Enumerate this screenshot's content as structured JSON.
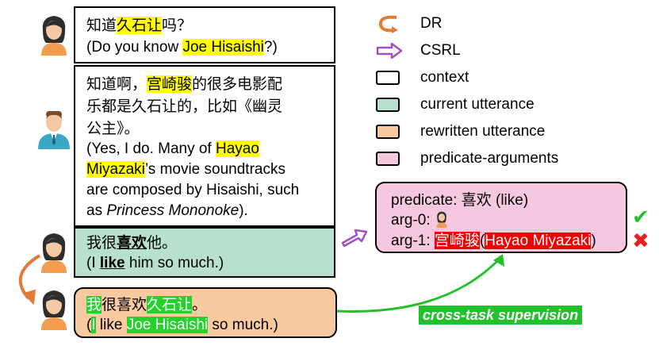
{
  "legend": [
    {
      "label": "DR",
      "kind": "curved-arrow",
      "color": "#e07b39"
    },
    {
      "label": "CSRL",
      "kind": "arrow",
      "color": "#a050c0"
    },
    {
      "label": "context",
      "kind": "box",
      "color": "#ffffff"
    },
    {
      "label": "current utterance",
      "kind": "box",
      "color": "#b8e0cc"
    },
    {
      "label": "rewritten utterance",
      "kind": "box",
      "color": "#f9c9a0"
    },
    {
      "label": "predicate-arguments",
      "kind": "box",
      "color": "#f6c8e0"
    }
  ],
  "box1": {
    "zh_pre": "知道",
    "zh_hl": "久石让",
    "zh_post": "吗？",
    "en_pre": "(Do you know ",
    "en_hl": "Joe Hisaishi",
    "en_post": "?)"
  },
  "box2": {
    "zh1_pre": "知道啊，",
    "zh1_hl": "宫崎骏",
    "zh1_post": "的很多电影配",
    "zh2": "乐都是久石让的，比如《幽灵",
    "zh3": "公主》。",
    "en1_pre": "(Yes, I do. Many of ",
    "en1_hl": "Hayao",
    "en2_hl": "Miyazaki",
    "en2_post": "’s movie soundtracks",
    "en3": "are composed by Hisaishi, such",
    "en4_pre": "as ",
    "en4_em": "Princess Mononoke",
    "en4_post": ")."
  },
  "box3": {
    "zh_pre": "我很",
    "zh_bold": "喜欢",
    "zh_post": "他。",
    "en_pre": "(I ",
    "en_bold": "like",
    "en_post": " him so much.)"
  },
  "box4": {
    "zh_hl1": "我",
    "zh_mid": "很喜欢",
    "zh_hl2": "久石让",
    "zh_post": "。",
    "en_pre": "(",
    "en_hl1": "I",
    "en_mid": " like ",
    "en_hl2": "Joe Hisaishi",
    "en_post": " so much.)"
  },
  "pred": {
    "line1": "predicate: 喜欢 (like)",
    "arg0": "arg-0:",
    "arg1_pre": "arg-1: ",
    "arg1_zh": "宫崎骏",
    "arg1_mid": "(",
    "arg1_en": "Hayao Miyazaki",
    "arg1_post": ")"
  },
  "marks": {
    "check": "✔",
    "cross": "✖",
    "check_color": "#22c02a",
    "cross_color": "#e82020"
  },
  "supervision_label": "cross-task supervision",
  "colors": {
    "yellow": "#ffff00",
    "green": "#22d12a",
    "red": "#f00000",
    "orange_arrow": "#e07b39",
    "purple_arrow": "#a050c0"
  }
}
